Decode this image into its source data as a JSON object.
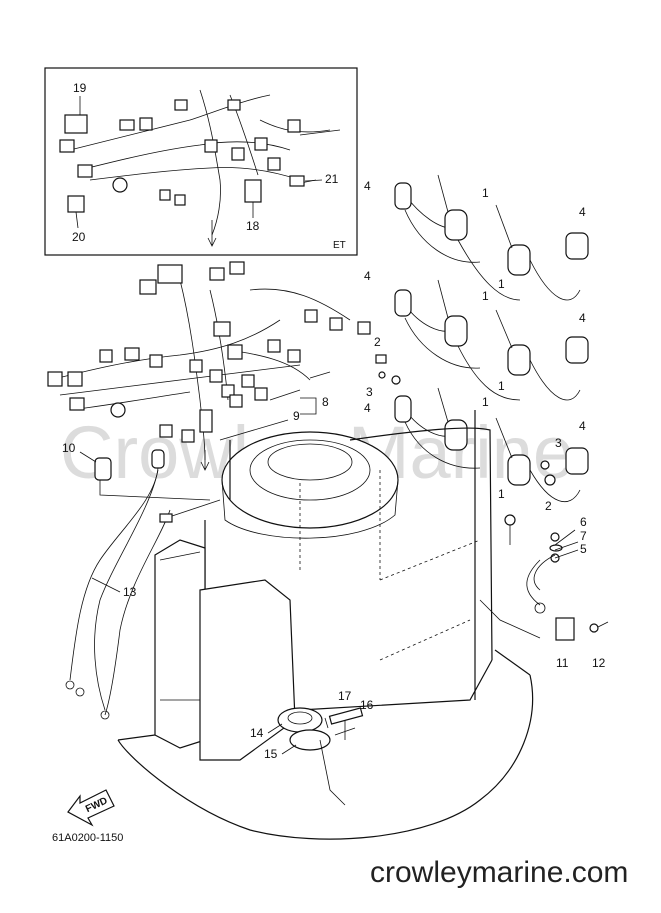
{
  "watermark": "Crowley Marine",
  "inset": {
    "badge": "ET",
    "callouts": [
      "19",
      "20",
      "18",
      "21"
    ]
  },
  "callouts": {
    "n1": "1",
    "n2": "2",
    "n3": "3",
    "n4": "4",
    "n5": "5",
    "n6": "6",
    "n7": "7",
    "n8": "8",
    "n9": "9",
    "n10": "10",
    "n11": "11",
    "n12": "12",
    "n13": "13",
    "n14": "14",
    "n15": "15",
    "n16": "16",
    "n17": "17"
  },
  "fwd_label": "FWD",
  "diagram_code": "61A0200-1150",
  "site": "crowleymarine.com"
}
